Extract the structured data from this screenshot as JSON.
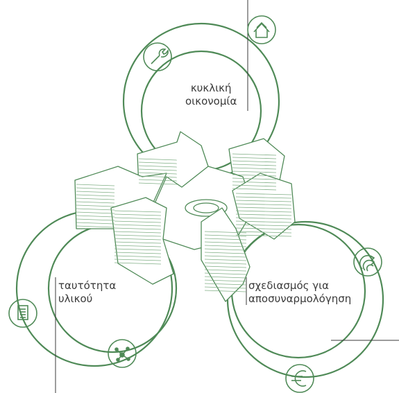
{
  "colors": {
    "accent": "#4f8a57",
    "accent_light": "#7fae84",
    "text": "#3a3a3a"
  },
  "cycles": [
    {
      "id": "circular-economy",
      "label_lines": [
        "κυκλική",
        "οικονομία"
      ],
      "icons": [
        "house-icon",
        "wrench-icon"
      ]
    },
    {
      "id": "material-identity",
      "label_lines": [
        "ταυτότητα",
        "υλικού"
      ],
      "icons": [
        "document-icon",
        "network-icon"
      ]
    },
    {
      "id": "design-for-disassembly",
      "label_lines": [
        "σχεδιασμός για",
        "αποσυναρμολόγηση"
      ],
      "icons": [
        "recycle-arrows-icon",
        "euro-icon"
      ]
    }
  ]
}
